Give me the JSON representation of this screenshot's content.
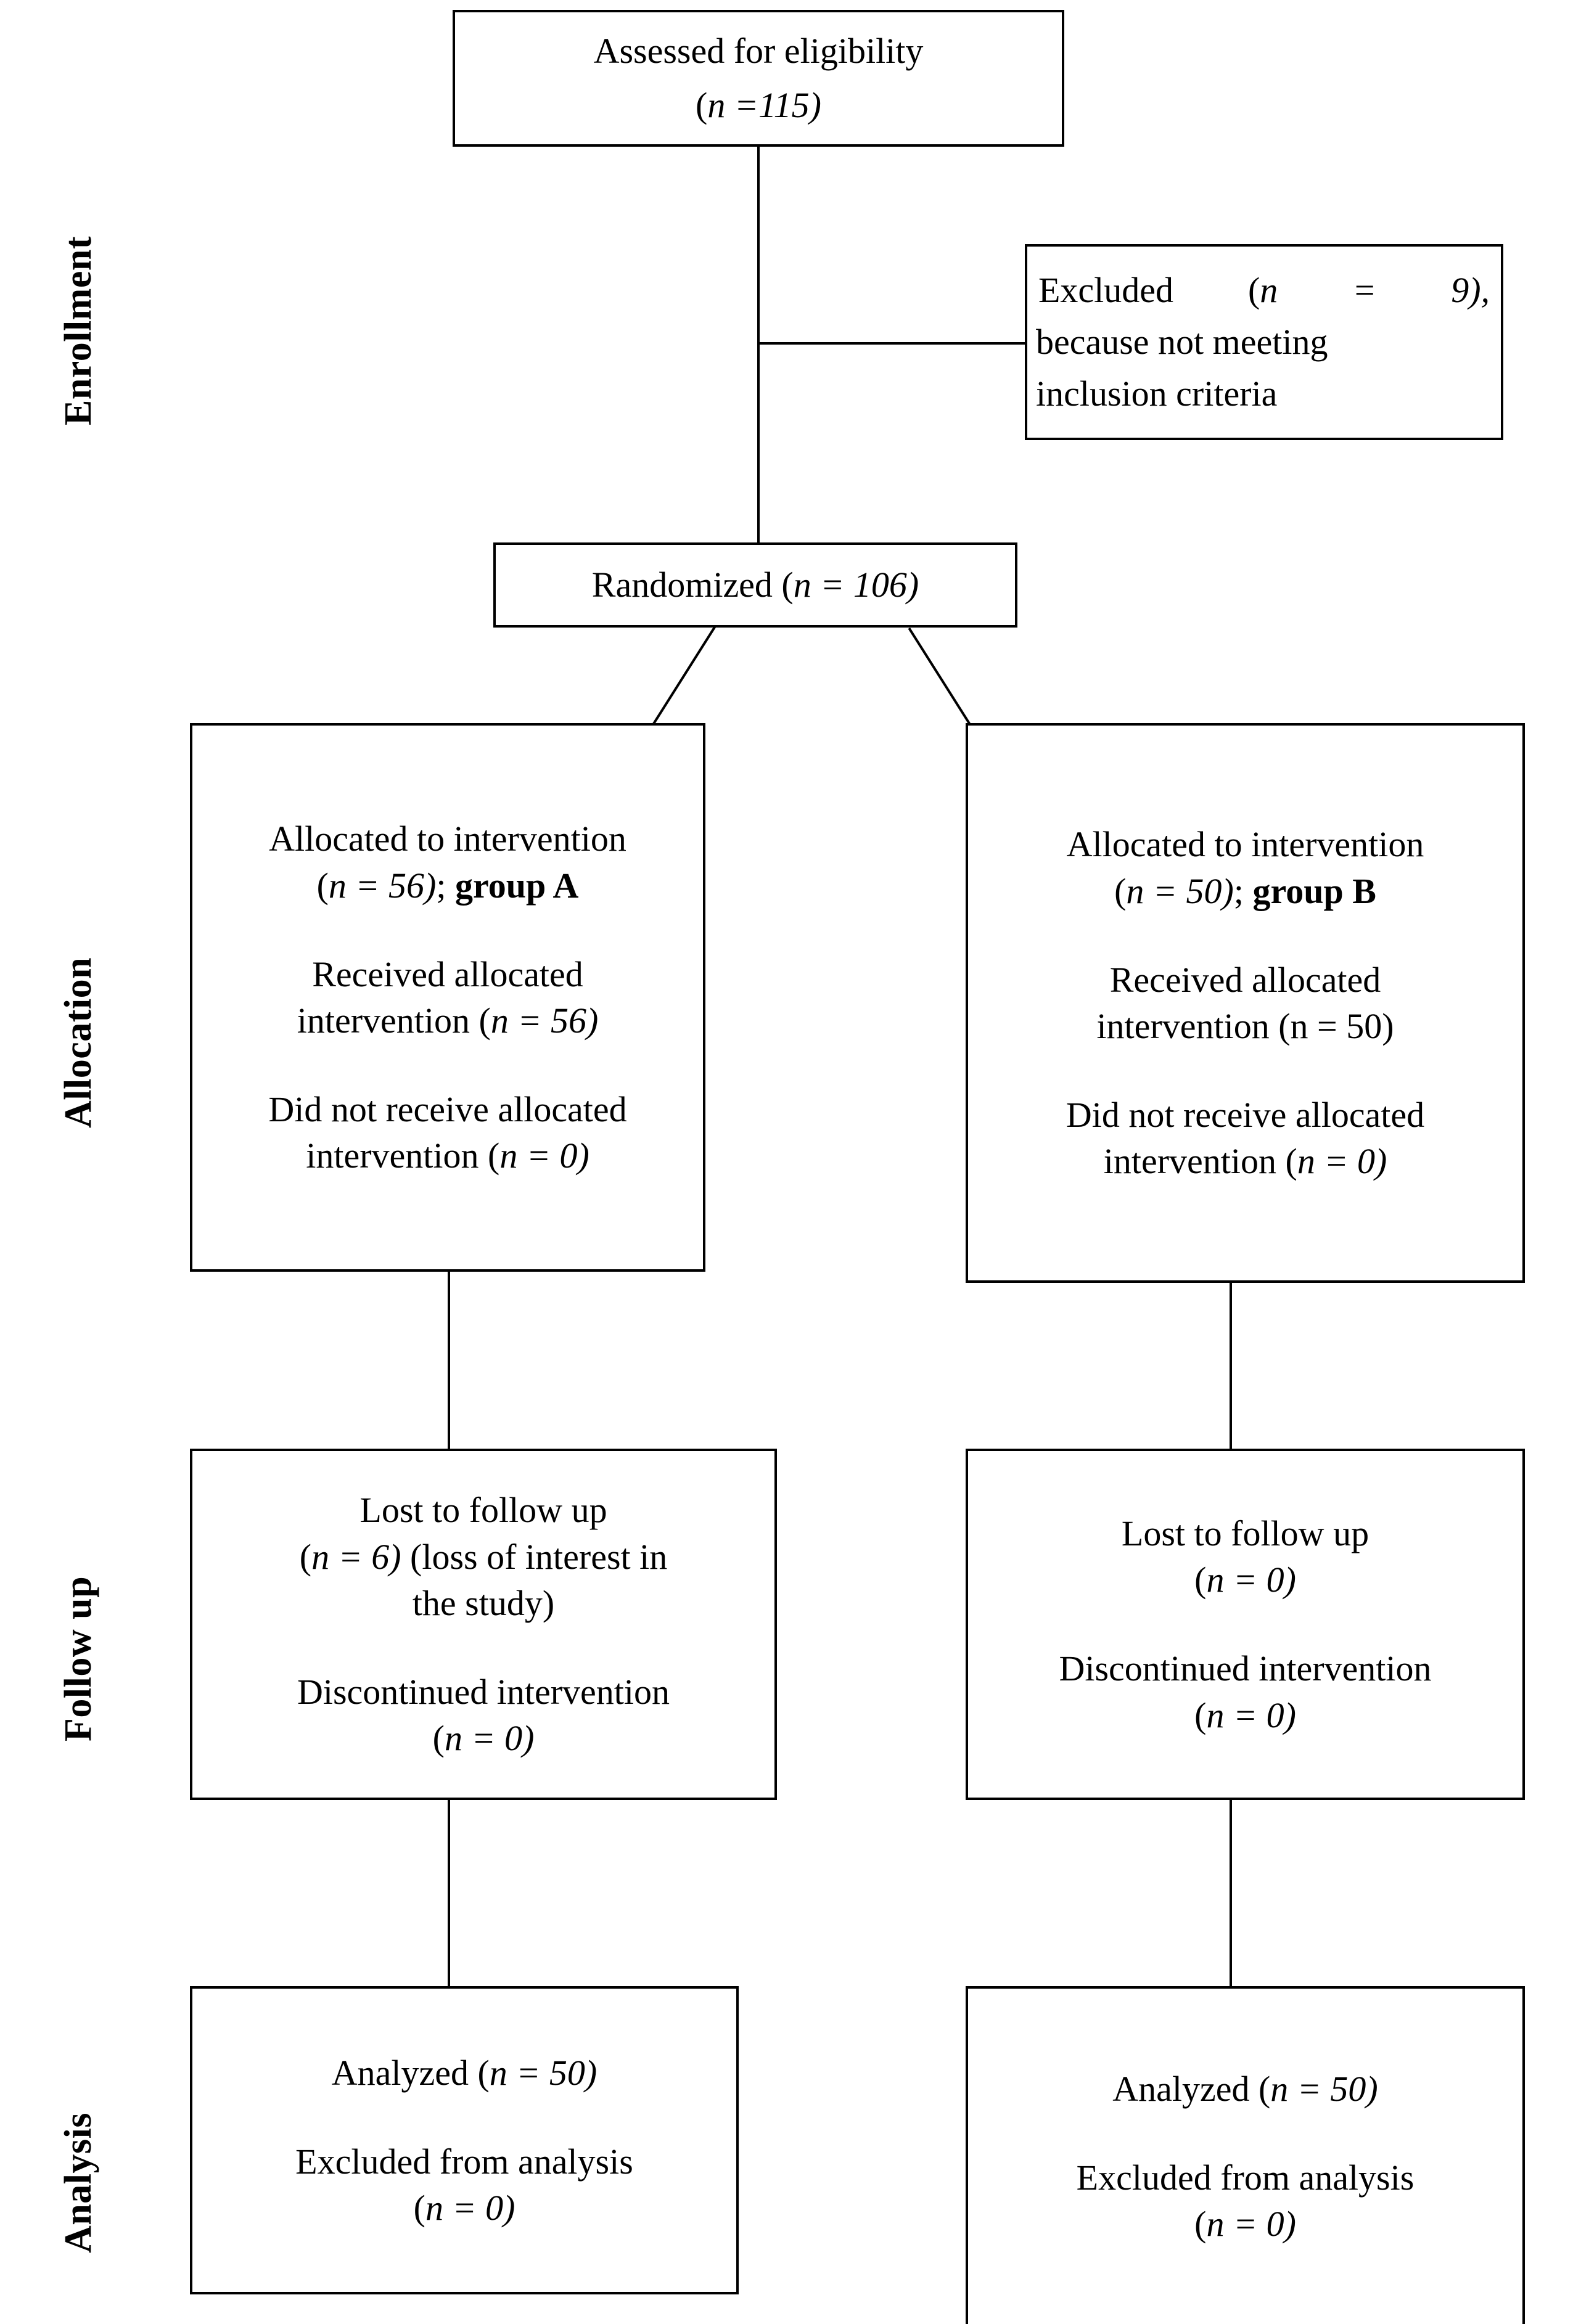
{
  "diagram": {
    "title": "CONSORT participant flow diagram",
    "type": "flowchart",
    "line_color": "#000000",
    "background": "#ffffff"
  },
  "stages": [
    {
      "key": "enrollment",
      "label": "Enrollment"
    },
    {
      "key": "allocation",
      "label": "Allocation"
    },
    {
      "key": "follow_up",
      "label": "Follow up"
    },
    {
      "key": "analysis",
      "label": "Analysis"
    }
  ],
  "nodes": {
    "assessed": {
      "line1": "Assessed for eligibility",
      "line2_prefix": "(",
      "line2_n": "n",
      "line2_value": " =115)"
    },
    "excluded": {
      "line1_words": "Excluded (n = 9),",
      "line1_a": "Excluded",
      "line1_n": "n",
      "line1_b": "= 9),",
      "line2": "because not meeting",
      "line3": "inclusion criteria"
    },
    "randomized": {
      "prefix": "Randomized (",
      "n": "n",
      "suffix": " = 106)"
    },
    "alloc_left": {
      "p1_line1": "Allocated to intervention",
      "p1_open": "(",
      "p1_n": "n",
      "p1_value": " = 56)",
      "p1_tail": "; ",
      "p1_group": "group A",
      "p2_line1": "Received allocated",
      "p2_line2_pre": "intervention (",
      "p2_n": "n",
      "p2_line2_post": " = 56)",
      "p3_line1": "Did not receive allocated",
      "p3_line2_pre": "intervention (",
      "p3_n": "n",
      "p3_line2_post": " = 0)"
    },
    "alloc_right": {
      "p1_line1": "Allocated to intervention",
      "p1_open": "(",
      "p1_n": "n",
      "p1_value": " = 50)",
      "p1_tail": "; ",
      "p1_group": "group B",
      "p2_line1": "Received allocated",
      "p2_line2": "intervention (n = 50)",
      "p3_line1": "Did not receive allocated",
      "p3_line2_pre": "intervention (",
      "p3_n": "n",
      "p3_line2_post": " = 0)"
    },
    "follow_left": {
      "p1_line1": "Lost to follow up",
      "p1_line2_open": "(",
      "p1_n": "n",
      "p1_line2_value": " = 6)",
      "p1_line2_tail": " (loss of interest in",
      "p1_line3": "the study)",
      "p2_line1": "Discontinued intervention",
      "p2_line2_open": "(",
      "p2_n": "n",
      "p2_line2_value": " = 0)"
    },
    "follow_right": {
      "p1_line1": "Lost to follow up",
      "p1_line2_open": "(",
      "p1_n": "n",
      "p1_line2_value": " = 0)",
      "p2_line1": "Discontinued intervention",
      "p2_line2_open": "(",
      "p2_n": "n",
      "p2_line2_value": " = 0)"
    },
    "analysis_left": {
      "p1_pre": "Analyzed (",
      "p1_n": "n",
      "p1_post": " = 50)",
      "p2_line1": "Excluded from analysis",
      "p2_line2_open": "(",
      "p2_n": "n",
      "p2_line2_value": " = 0)"
    },
    "analysis_right": {
      "p1_pre": "Analyzed (",
      "p1_n": "n",
      "p1_post": " = 50)",
      "p2_line1": "Excluded from analysis",
      "p2_line2_open": "(",
      "p2_n": "n",
      "p2_line2_value": " = 0)"
    }
  },
  "chart_data": {
    "type": "flow",
    "title": "CONSORT flow diagram",
    "counts": {
      "assessed_for_eligibility": 115,
      "excluded": 9,
      "excluded_reason": "not meeting inclusion criteria",
      "randomized": 106,
      "group_a_allocated": 56,
      "group_a_received": 56,
      "group_a_not_received": 0,
      "group_a_lost_to_follow_up": 6,
      "group_a_lost_reason": "loss of interest in the study",
      "group_a_discontinued": 0,
      "group_a_analyzed": 50,
      "group_a_excluded_from_analysis": 0,
      "group_b_allocated": 50,
      "group_b_received": 50,
      "group_b_not_received": 0,
      "group_b_lost_to_follow_up": 0,
      "group_b_discontinued": 0,
      "group_b_analyzed": 50,
      "group_b_excluded_from_analysis": 0
    }
  }
}
